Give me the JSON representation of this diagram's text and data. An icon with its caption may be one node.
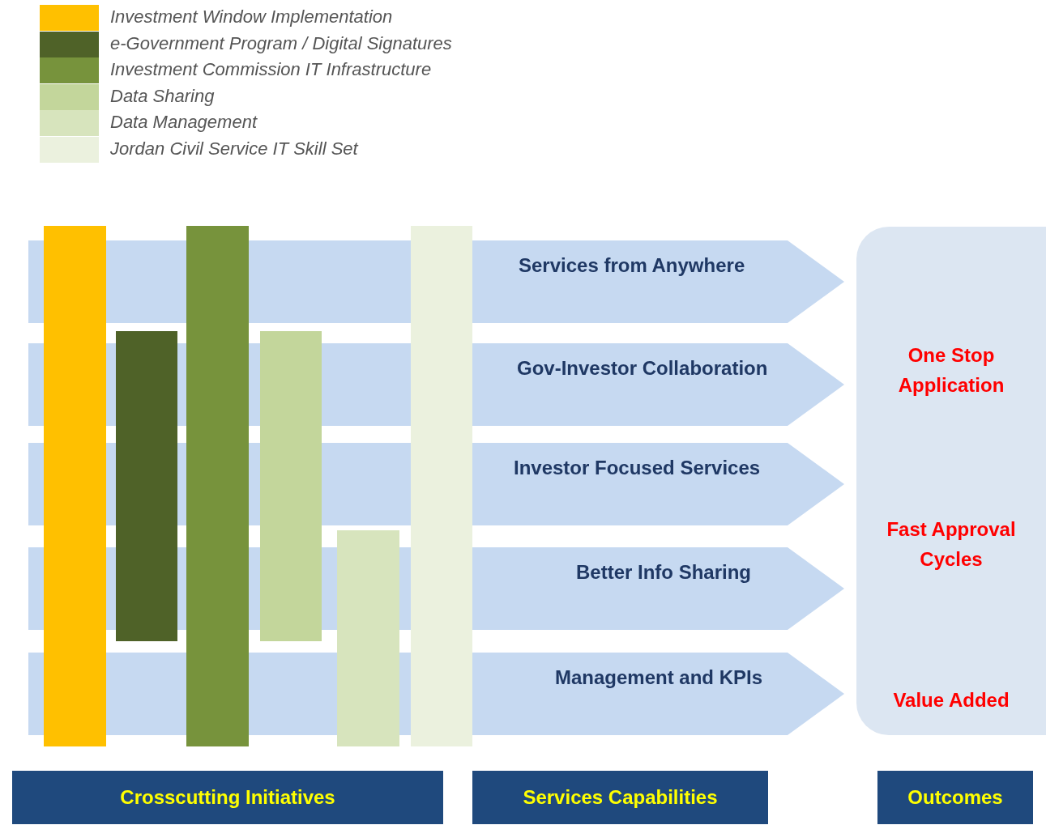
{
  "diagram": {
    "nodes": [
      {
        "text": [],
        "shape": "bar"
      },
      {
        "text": [],
        "shape": "bar"
      },
      {
        "text": [],
        "shape": "bar"
      },
      {
        "text": [],
        "shape": "bar"
      },
      {
        "text": [],
        "shape": "bar"
      },
      {
        "text": [],
        "shape": "bar"
      },
      {
        "text": [
          "Services from Anywhere"
        ]
      },
      {
        "text": [
          "Gov-Investor Collaboration"
        ]
      },
      {
        "text": [
          "Investor Focused Services"
        ]
      },
      {
        "text": [
          "Better Info Sharing"
        ]
      },
      {
        "text": [
          "Management and KPIs"
        ]
      },
      {
        "text": [
          "One Stop Application",
          "Fast Approval Cycles",
          "Value Added"
        ]
      },
      {
        "text": [
          "Crosscutting Initiatives"
        ]
      },
      {
        "text": [
          "Services Capabilities"
        ]
      },
      {
        "text": [
          "Outcomes"
        ]
      }
    ],
    "edges": [],
    "legend": [
      {
        "text": "Investment Window Implementation",
        "color": "#ffc000"
      },
      {
        "text": "e-Government Program / Digital Signatures",
        "color": "#4f6228"
      },
      {
        "text": "Investment Commission IT Infrastructure",
        "color": "#77933c"
      },
      {
        "text": "Data Sharing",
        "color": "#c3d69b"
      },
      {
        "text": "Data Management",
        "color": "#d7e4bd"
      },
      {
        "text": "Jordan Civil Service IT Skill Set",
        "color": "#ebf1de"
      }
    ]
  }
}
